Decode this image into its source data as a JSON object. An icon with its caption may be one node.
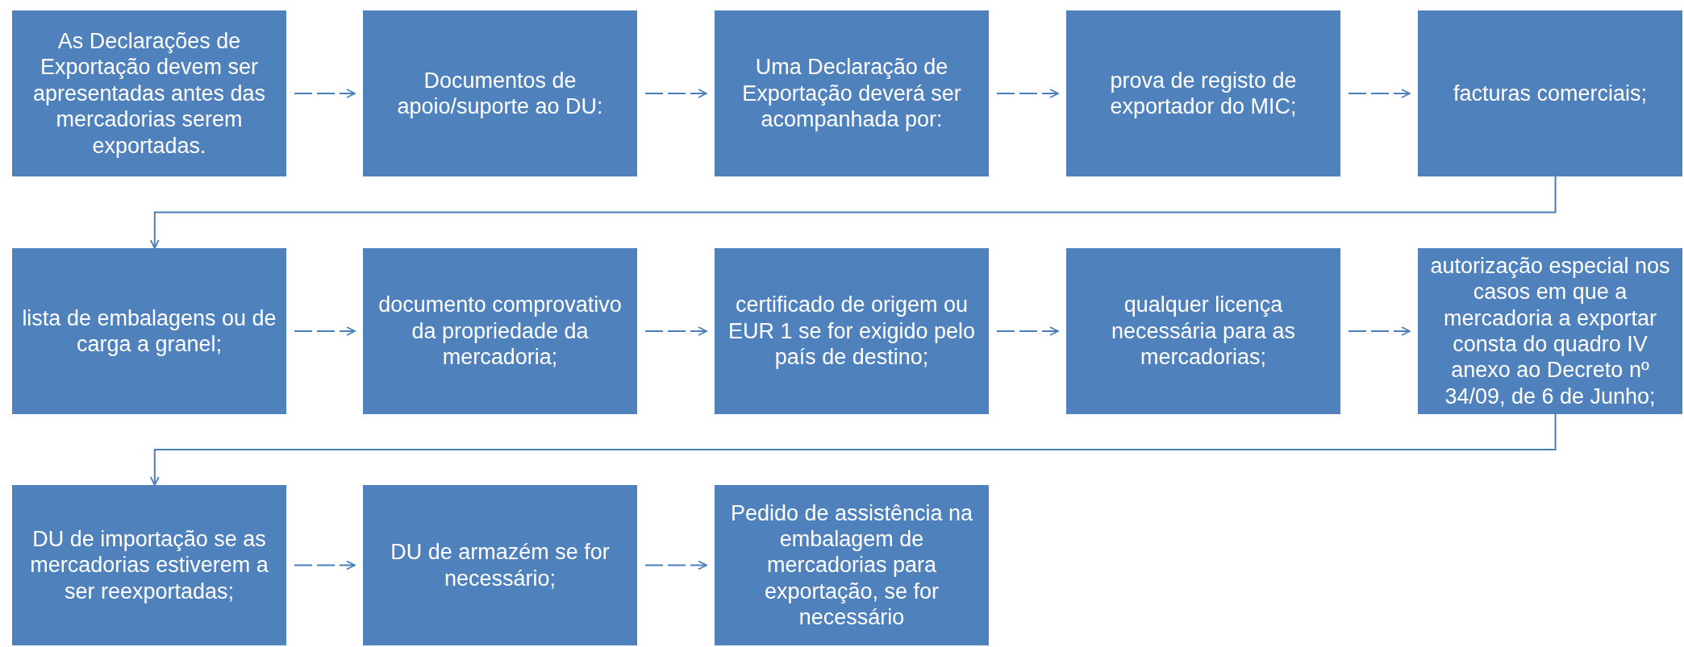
{
  "diagram": {
    "nodes": [
      {
        "text": [
          "As Declarações de Exportação devem ser apresentadas antes das mercadorias serem exportadas."
        ]
      },
      {
        "text": [
          "Documentos de apoio/suporte ao DU:"
        ]
      },
      {
        "text": [
          "Uma Declaração de Exportação deverá ser acompanhada por:"
        ]
      },
      {
        "text": [
          "prova de registo de exportador do MIC;"
        ]
      },
      {
        "text": [
          "facturas comerciais;"
        ]
      },
      {
        "text": [
          "lista de embalagens ou de carga a granel;"
        ]
      },
      {
        "text": [
          "documento comprovativo da propriedade da mercadoria;"
        ]
      },
      {
        "text": [
          "certificado de origem ou EUR 1 se for exigido pelo país de destino;"
        ]
      },
      {
        "text": [
          "qualquer licença necessária para as mercadorias;"
        ]
      },
      {
        "text": [
          "autorização especial nos casos em que a mercadoria a exportar consta do quadro IV anexo ao Decreto nº 34/09, de 6 de Junho;"
        ]
      },
      {
        "text": [
          "DU de importação se as mercadorias estiverem a ser reexportadas;"
        ]
      },
      {
        "text": [
          "DU de armazém se for necessário;"
        ]
      },
      {
        "text": [
          "Pedido de assistência na embalagem de mercadorias para exportação, se for necessário"
        ]
      }
    ],
    "edges": [
      {
        "from": 0,
        "to": 1,
        "arrow": "to",
        "style": "dashed"
      },
      {
        "from": 1,
        "to": 2,
        "arrow": "to",
        "style": "dashed"
      },
      {
        "from": 2,
        "to": 3,
        "arrow": "to",
        "style": "dashed"
      },
      {
        "from": 3,
        "to": 4,
        "arrow": "to",
        "style": "dashed"
      },
      {
        "from": 4,
        "to": 5,
        "arrow": "to"
      },
      {
        "from": 5,
        "to": 6,
        "arrow": "to",
        "style": "dashed"
      },
      {
        "from": 6,
        "to": 7,
        "arrow": "to",
        "style": "dashed"
      },
      {
        "from": 7,
        "to": 8,
        "arrow": "to",
        "style": "dashed"
      },
      {
        "from": 8,
        "to": 9,
        "arrow": "to",
        "style": "dashed"
      },
      {
        "from": 9,
        "to": 10,
        "arrow": "to"
      },
      {
        "from": 10,
        "to": 11,
        "arrow": "to",
        "style": "dashed"
      },
      {
        "from": 11,
        "to": 12,
        "arrow": "to",
        "style": "dashed"
      }
    ]
  }
}
